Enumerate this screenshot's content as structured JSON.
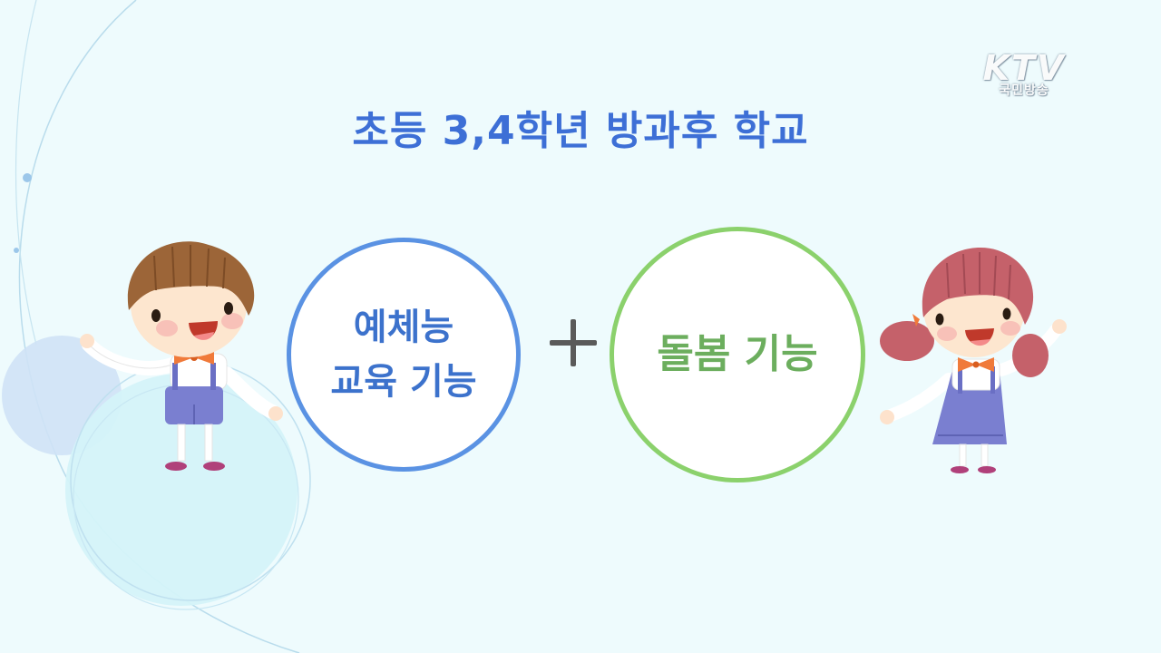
{
  "logo": {
    "main": "KTV",
    "sub": "국민방송"
  },
  "title": "초등 3,4학년 방과후 학교",
  "left_circle": {
    "line1": "예체능",
    "line2": "교육 기능"
  },
  "plus_symbol": "plus-icon",
  "right_circle": {
    "text": "돌봄 기능"
  },
  "boy_icon": "boy-character-icon",
  "girl_icon": "girl-character-icon",
  "colors": {
    "background": "#eefbfd",
    "title": "#3d6fd6",
    "blue_ring": "#5a92e3",
    "green_ring": "#8bd16c",
    "green_text": "#6cae5e"
  }
}
